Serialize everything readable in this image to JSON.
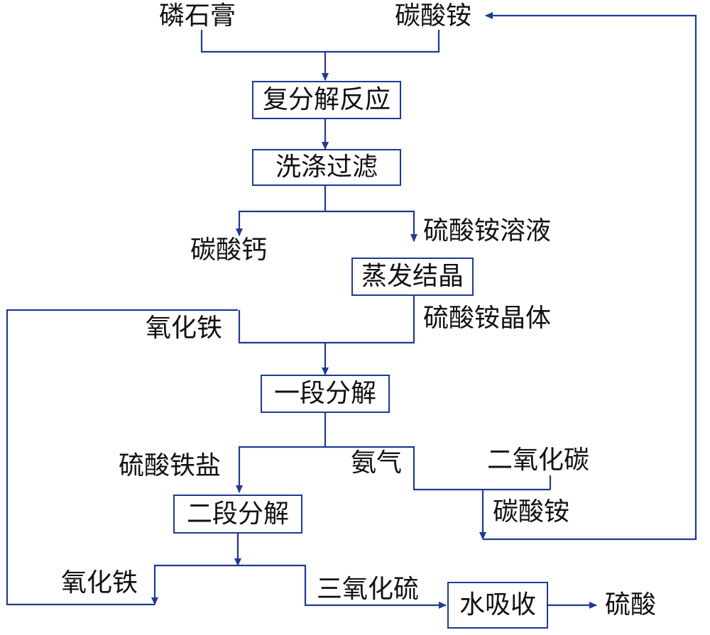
{
  "inputs": {
    "phosphogypsum": "磷石膏",
    "ammonium_carbonate_top": "碳酸铵"
  },
  "steps": {
    "double_decomposition": "复分解反应",
    "wash_filter": "洗涤过滤",
    "evaporate_crystallize": "蒸发结晶",
    "first_decomposition": "一段分解",
    "second_decomposition": "二段分解",
    "water_absorption": "水吸收"
  },
  "materials": {
    "calcium_carbonate": "碳酸钙",
    "ammonium_sulfate_solution": "硫酸铵溶液",
    "ammonium_sulfate_crystal": "硫酸铵晶体",
    "iron_oxide_recycle": "氧化铁",
    "iron_sulfate_salt": "硫酸铁盐",
    "ammonia": "氨气",
    "carbon_dioxide": "二氧化碳",
    "ammonium_carbonate_recycle": "碳酸铵",
    "iron_oxide_output": "氧化铁",
    "sulfur_trioxide": "三氧化硫",
    "sulfuric_acid": "硫酸"
  },
  "colors": {
    "line": "#1f3a93",
    "text": "#111111",
    "box_border": "#1f3a93"
  }
}
